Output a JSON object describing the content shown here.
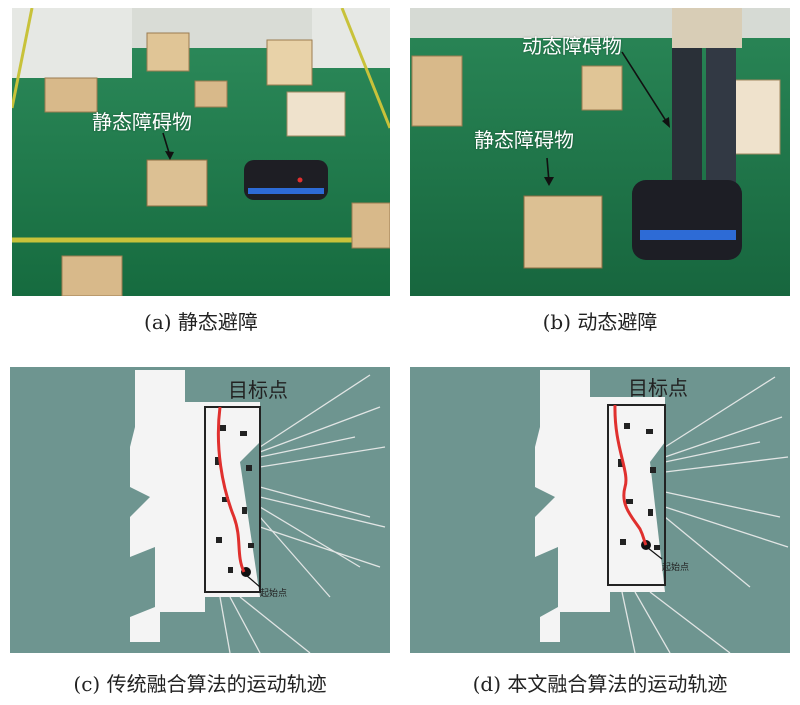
{
  "panels": {
    "a": {
      "caption": "(a) 静态避障",
      "label_static": "静态障碍物"
    },
    "b": {
      "caption": "(b) 动态避障",
      "label_dynamic": "动态障碍物",
      "label_static": "静态障碍物"
    },
    "c": {
      "caption": "(c) 传统融合算法的运动轨迹",
      "goal_label": "目标点",
      "start_label": "起始点"
    },
    "d": {
      "caption": "(d) 本文融合算法的运动轨迹",
      "goal_label": "目标点",
      "start_label": "起始点"
    }
  },
  "colors": {
    "floor_green": "#1f7a4a",
    "map_background": "#6e9590",
    "map_free": "#f4f4f4",
    "trajectory": "#e0302e"
  }
}
